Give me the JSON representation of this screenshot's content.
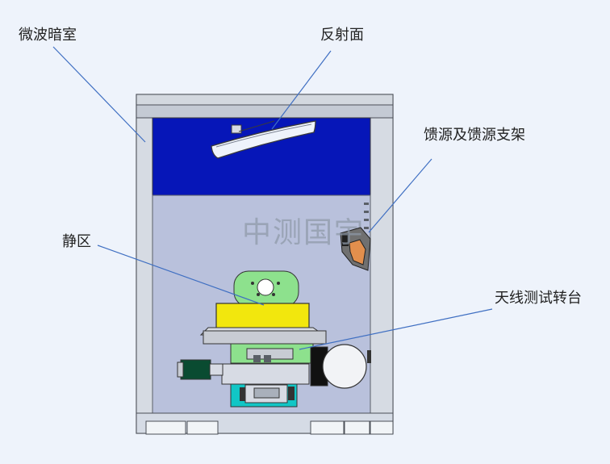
{
  "labels": {
    "chamber": "微波暗室",
    "reflector": "反射面",
    "feed": "馈源及馈源支架",
    "quiet_zone": "静区",
    "turntable": "天线测试转台"
  },
  "watermark": "中测国宇",
  "colors": {
    "background": "#eef3fb",
    "absorber": "#0616b8",
    "chamber_interior": "#b9c1dc",
    "frame": "#d9dde5",
    "frame_stroke": "#4b4f57",
    "callout": "#3f6fc2",
    "quiet_zone": "#f2e70d",
    "positioner_green": "#8de18d",
    "positioner_cyan": "#11c6c6",
    "motor_green": "#0a4b31"
  },
  "icons": {
    "reflector": "reflector-shape",
    "feed": "feed-horn-shape",
    "turntable": "turntable-shape",
    "motor": "motor-shape",
    "cable_reel": "reel-shape"
  }
}
